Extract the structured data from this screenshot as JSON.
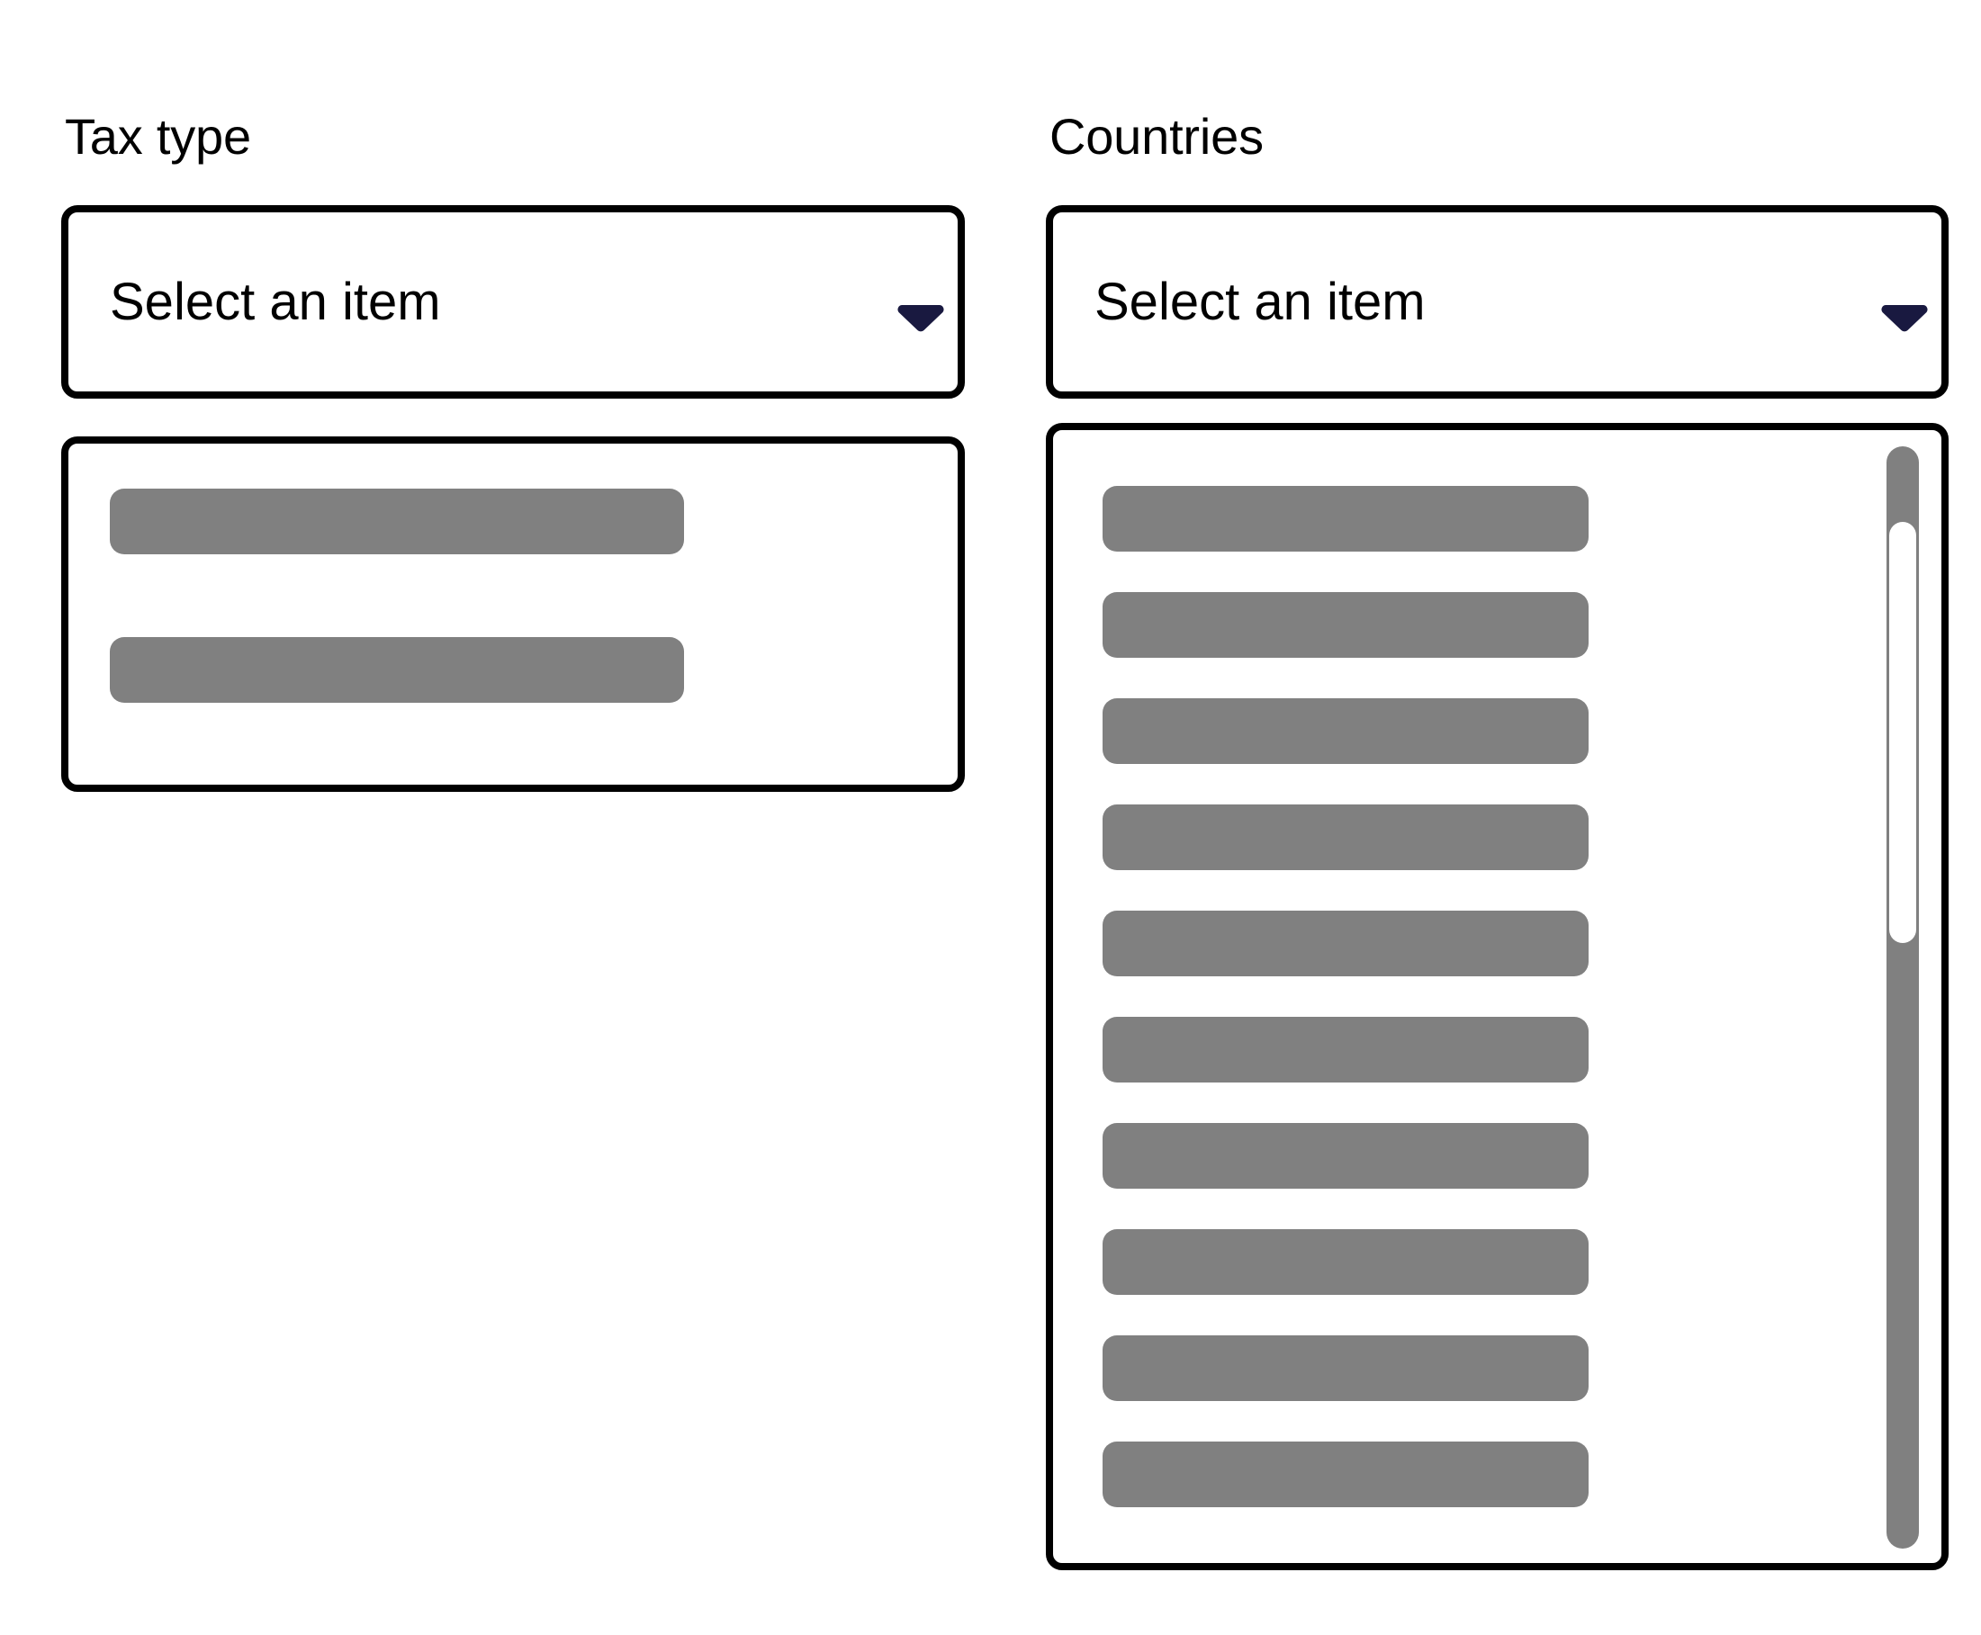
{
  "form": {
    "fields": [
      {
        "id": "tax-type",
        "label": "Tax type",
        "select": {
          "value": "Select an item",
          "placeholder": "Select an item",
          "arrow_icon": "chevron-down-icon",
          "arrow_color": "#191940"
        },
        "listbox": {
          "state": "loading",
          "skeleton_count": 2,
          "skeleton_color": "#808080",
          "scrollbar": false,
          "items": []
        }
      },
      {
        "id": "countries",
        "label": "Countries",
        "select": {
          "value": "Select an item",
          "placeholder": "Select an item",
          "arrow_icon": "chevron-down-icon",
          "arrow_color": "#191940"
        },
        "listbox": {
          "state": "loading",
          "skeleton_count": 10,
          "skeleton_color": "#808080",
          "scrollbar": true,
          "scrollbar_track_color": "#808080",
          "scrollbar_thumb_color": "#ffffff",
          "scrollbar_thumb_top_pct": 7,
          "scrollbar_thumb_height_pct": 38,
          "items": []
        }
      }
    ]
  },
  "theme": {
    "background": "#ffffff",
    "border_color": "#000000",
    "text_color": "#000000",
    "accent_color": "#191940",
    "skeleton_color": "#808080"
  }
}
